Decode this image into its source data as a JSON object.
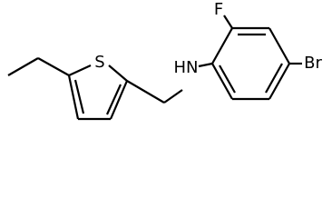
{
  "molecule": {
    "colors": {
      "bond": "#000000",
      "label": "#000000",
      "background": "#ffffff"
    },
    "atoms": [
      {
        "symbol": "S",
        "label": "S"
      },
      {
        "symbol": "NH",
        "label": "HN"
      },
      {
        "symbol": "F",
        "label": "F"
      },
      {
        "symbol": "Br",
        "label": "Br"
      }
    ]
  }
}
